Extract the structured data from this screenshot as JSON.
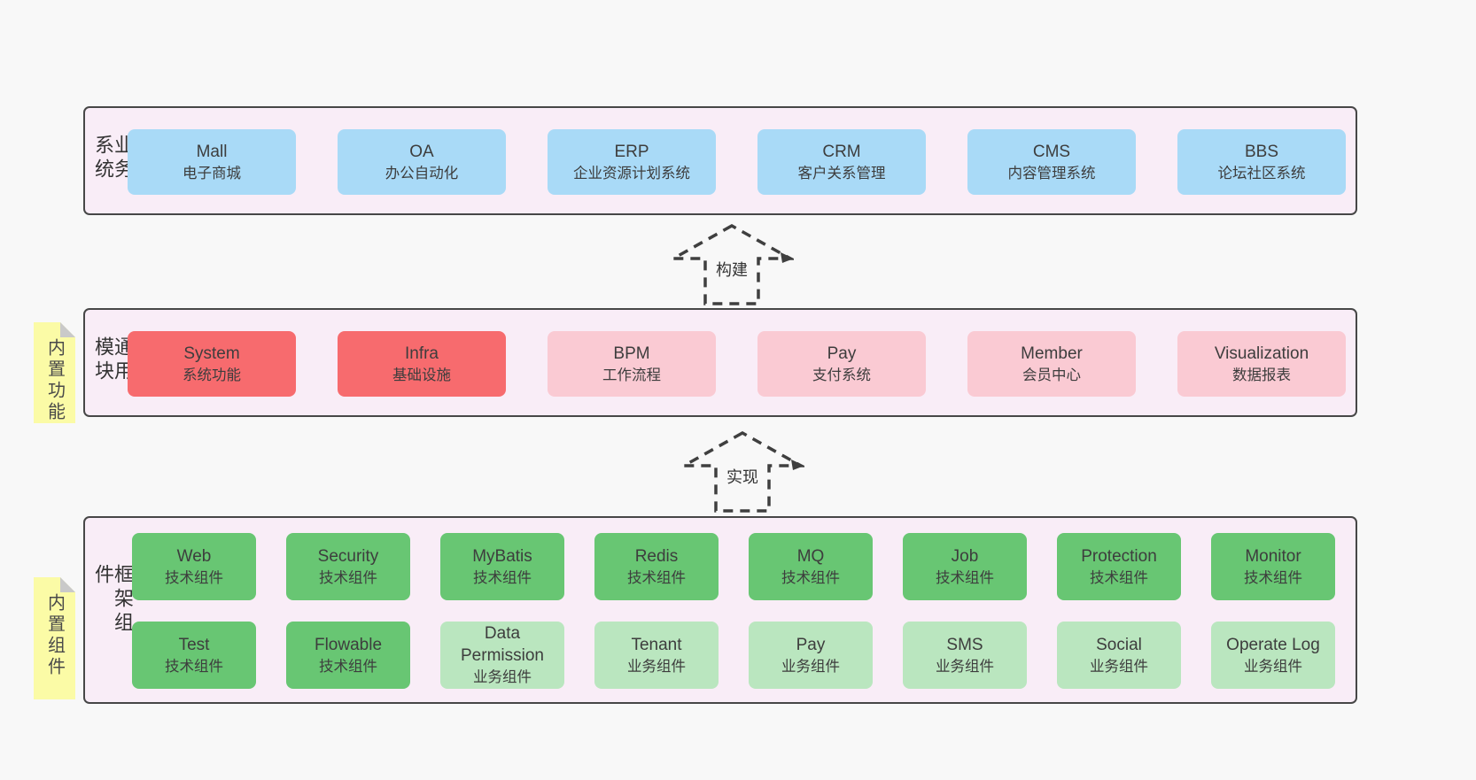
{
  "colors": {
    "pageBg": "#f8f8f8",
    "containerBg": "#f9edf7",
    "border": "#474747",
    "blue": "#a9daf7",
    "red": "#f76b6e",
    "pink": "#facad3",
    "green": "#68c673",
    "lightGreen": "#bae6bf",
    "noteBg": "#fbfba6",
    "text": "#3d3d3d"
  },
  "arrows": [
    {
      "label": "构建"
    },
    {
      "label": "实现"
    }
  ],
  "layers": [
    {
      "label": "业务系统",
      "rows": [
        [
          {
            "en": "Mall",
            "zh": "电子商城",
            "color": "blue"
          },
          {
            "en": "OA",
            "zh": "办公自动化",
            "color": "blue"
          },
          {
            "en": "ERP",
            "zh": "企业资源计划系统",
            "color": "blue"
          },
          {
            "en": "CRM",
            "zh": "客户关系管理",
            "color": "blue"
          },
          {
            "en": "CMS",
            "zh": "内容管理系统",
            "color": "blue"
          },
          {
            "en": "BBS",
            "zh": "论坛社区系统",
            "color": "blue"
          }
        ]
      ]
    },
    {
      "label": "通用模块",
      "note": "内置功能",
      "rows": [
        [
          {
            "en": "System",
            "zh": "系统功能",
            "color": "red"
          },
          {
            "en": "Infra",
            "zh": "基础设施",
            "color": "red"
          },
          {
            "en": "BPM",
            "zh": "工作流程",
            "color": "pink"
          },
          {
            "en": "Pay",
            "zh": "支付系统",
            "color": "pink"
          },
          {
            "en": "Member",
            "zh": "会员中心",
            "color": "pink"
          },
          {
            "en": "Visualization",
            "zh": "数据报表",
            "color": "pink"
          }
        ]
      ]
    },
    {
      "label": "框架组件",
      "note": "内置组件",
      "rows": [
        [
          {
            "en": "Web",
            "zh": "技术组件",
            "color": "green"
          },
          {
            "en": "Security",
            "zh": "技术组件",
            "color": "green"
          },
          {
            "en": "MyBatis",
            "zh": "技术组件",
            "color": "green"
          },
          {
            "en": "Redis",
            "zh": "技术组件",
            "color": "green"
          },
          {
            "en": "MQ",
            "zh": "技术组件",
            "color": "green"
          },
          {
            "en": "Job",
            "zh": "技术组件",
            "color": "green"
          },
          {
            "en": "Protection",
            "zh": "技术组件",
            "color": "green"
          },
          {
            "en": "Monitor",
            "zh": "技术组件",
            "color": "green"
          }
        ],
        [
          {
            "en": "Test",
            "zh": "技术组件",
            "color": "green"
          },
          {
            "en": "Flowable",
            "zh": "技术组件",
            "color": "green"
          },
          {
            "en": "Data Permission",
            "zh": "业务组件",
            "color": "lightGreen"
          },
          {
            "en": "Tenant",
            "zh": "业务组件",
            "color": "lightGreen"
          },
          {
            "en": "Pay",
            "zh": "业务组件",
            "color": "lightGreen"
          },
          {
            "en": "SMS",
            "zh": "业务组件",
            "color": "lightGreen"
          },
          {
            "en": "Social",
            "zh": "业务组件",
            "color": "lightGreen"
          },
          {
            "en": "Operate Log",
            "zh": "业务组件",
            "color": "lightGreen"
          }
        ]
      ]
    }
  ]
}
